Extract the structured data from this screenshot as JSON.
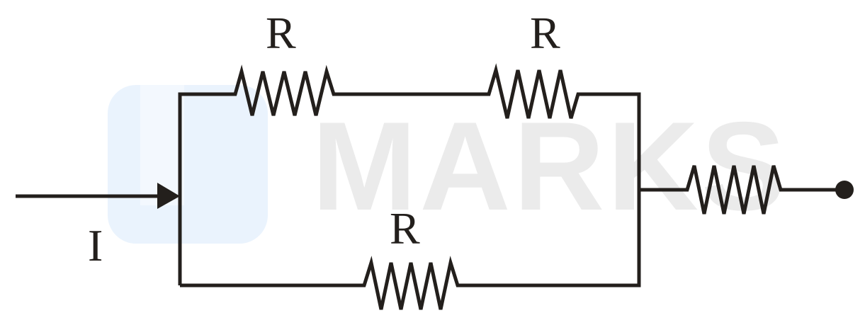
{
  "watermark": {
    "text": "MARKS",
    "logo_color": "#eaf3fd",
    "text_color": "#ebebeb"
  },
  "circuit": {
    "current_label": "I",
    "resistors": [
      {
        "id": "top-left",
        "label": "R",
        "branch": "upper",
        "position": "left"
      },
      {
        "id": "top-right",
        "label": "R",
        "branch": "upper",
        "position": "right"
      },
      {
        "id": "bottom",
        "label": "R",
        "branch": "lower",
        "position": "middle"
      },
      {
        "id": "output",
        "label": "",
        "branch": "series-output",
        "position": "right"
      }
    ],
    "terminal": "filled-dot",
    "line_color": "#231f1c"
  }
}
